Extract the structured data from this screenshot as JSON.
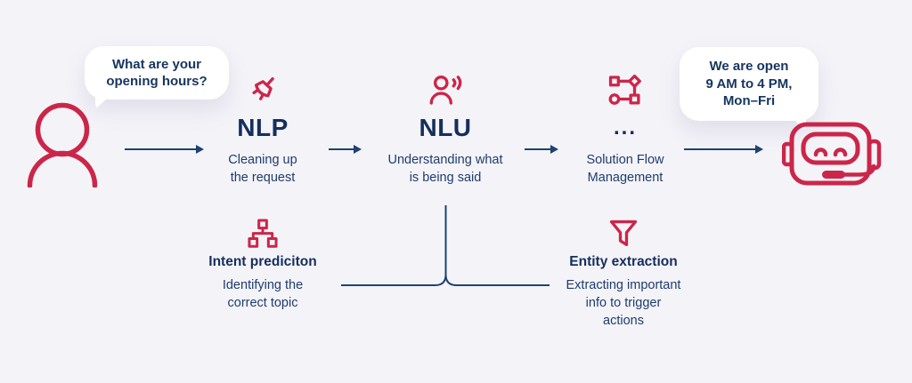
{
  "palette": {
    "background": "#f4f3f8",
    "navy": "#142f5c",
    "red": "#cb2649",
    "bubble": "#ffffff"
  },
  "user_bubble": {
    "text": "What are your\nopening hours?"
  },
  "bot_bubble": {
    "text": "We are open\n9 AM to 4 PM,\nMon–Fri"
  },
  "stages": [
    {
      "title": "NLP",
      "subtitle": "Cleaning up\nthe request",
      "icon": "broom-icon"
    },
    {
      "title": "NLU",
      "subtitle": "Understanding what\nis being said",
      "icon": "person-speaking-icon"
    },
    {
      "title": "...",
      "subtitle": "Solution Flow\nManagement",
      "icon": "workflow-icon"
    }
  ],
  "substages": [
    {
      "title": "Intent prediciton",
      "subtitle": "Identifying the\ncorrect topic",
      "icon": "sitemap-icon"
    },
    {
      "title": "Entity extraction",
      "subtitle": "Extracting important\ninfo to trigger\nactions",
      "icon": "funnel-icon"
    }
  ]
}
